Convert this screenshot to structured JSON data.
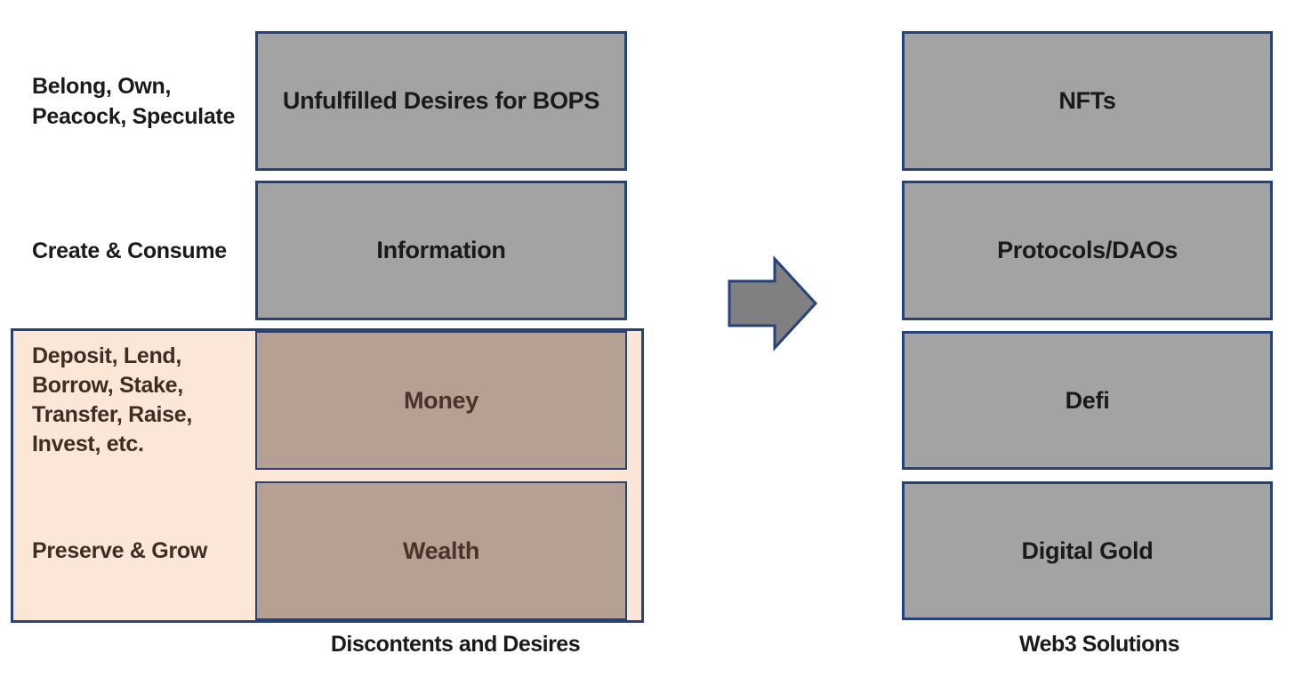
{
  "colors": {
    "background": "#ffffff",
    "box_fill_gray": "#a3a3a3",
    "box_border_navy": "#24437a",
    "needs_fill_peach": "#fce6d7",
    "needs_box_fill_tan": "#b6a094",
    "brown_text": "#402d21",
    "tan_box_text": "#4a3329",
    "black_text": "#1a1a1a",
    "arrow_fill": "#808080"
  },
  "left_group": {
    "caption": "Discontents and Desires",
    "rows": [
      {
        "side_label": "Belong, Own,\nPeacock, Speculate",
        "box_label": "Unfulfilled Desires for BOPS"
      },
      {
        "side_label": "Create & Consume",
        "box_label": "Information"
      },
      {
        "side_label": "Deposit, Lend,\nBorrow, Stake,\nTransfer, Raise,\nInvest, etc.",
        "box_label": "Money"
      },
      {
        "side_label": "Preserve & Grow",
        "box_label": "Wealth"
      }
    ]
  },
  "right_group": {
    "caption": "Web3 Solutions",
    "boxes": [
      {
        "label": "NFTs"
      },
      {
        "label": "Protocols/DAOs"
      },
      {
        "label": "Defi"
      },
      {
        "label": "Digital Gold"
      }
    ]
  },
  "arrow": {
    "name": "maps-to-right-arrow",
    "direction": "right"
  }
}
